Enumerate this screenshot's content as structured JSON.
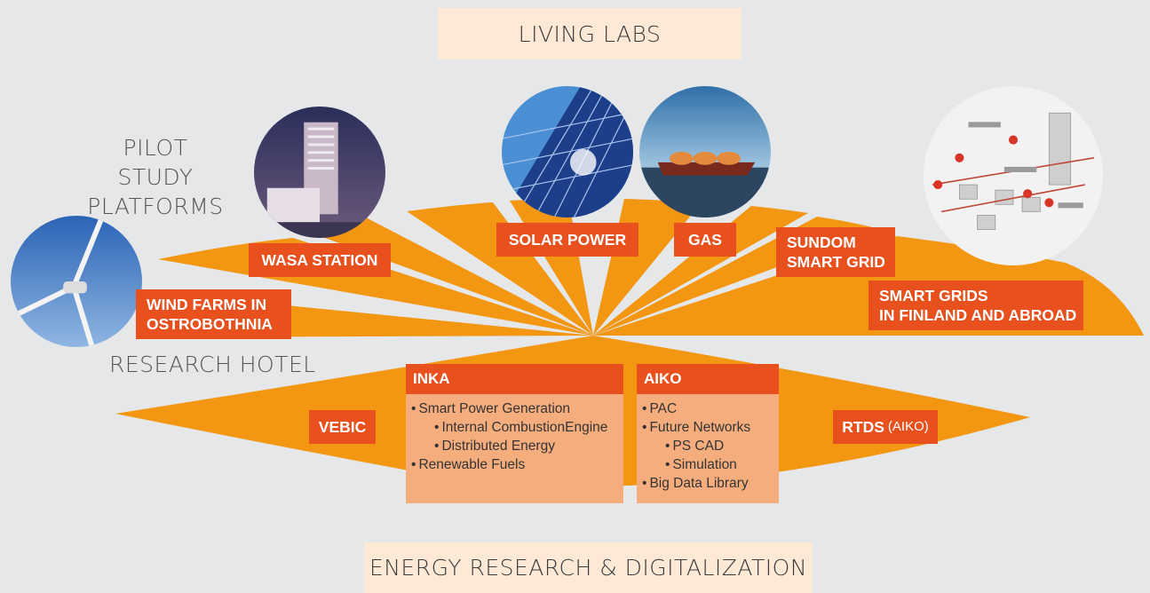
{
  "banners": {
    "top": "LIVING LABS",
    "bottom": "ENERGY RESEARCH & DIGITALIZATION"
  },
  "sections": {
    "pilot_line1": "PILOT STUDY",
    "pilot_line2": "PLATFORMS",
    "research_hotel": "RESEARCH HOTEL"
  },
  "pilot_platforms": {
    "wind": {
      "line1": "WIND FARMS IN",
      "line2": "OSTROBOTHNIA",
      "icon": "wind-turbine-photo"
    },
    "wasa": {
      "label": "WASA STATION",
      "icon": "building-photo"
    },
    "solar": {
      "label": "SOLAR POWER",
      "icon": "solar-panel-photo"
    },
    "gas": {
      "label": "GAS",
      "icon": "lng-ship-photo"
    },
    "sundom": {
      "line1": "SUNDOM",
      "line2": "SMART GRID"
    },
    "smart_grids": {
      "line1": "SMART GRIDS",
      "line2": "IN FINLAND AND ABROAD",
      "icon": "smart-grid-illustration"
    }
  },
  "research_hotel": {
    "vebic": "VEBIC",
    "rtds": {
      "main": "RTDS",
      "sub": "(AIKO)"
    },
    "inka": {
      "title": "INKA",
      "items": [
        {
          "text": "Smart Power Generation",
          "level": 1
        },
        {
          "text": "Internal CombustionEngine",
          "level": 2
        },
        {
          "text": "Distributed Energy",
          "level": 2
        },
        {
          "text": "Renewable Fuels",
          "level": 1
        }
      ]
    },
    "aiko": {
      "title": "AIKO",
      "items": [
        {
          "text": "PAC",
          "level": 1
        },
        {
          "text": "Future Networks",
          "level": 1
        },
        {
          "text": "PS CAD",
          "level": 2
        },
        {
          "text": "Simulation",
          "level": 2
        },
        {
          "text": "Big Data Library",
          "level": 1
        }
      ]
    }
  },
  "colors": {
    "fan": "#f39612",
    "tag": "#e8511e",
    "box": "#f5ad7e",
    "banner": "#fde9d6",
    "background": "#e5e7e8"
  }
}
